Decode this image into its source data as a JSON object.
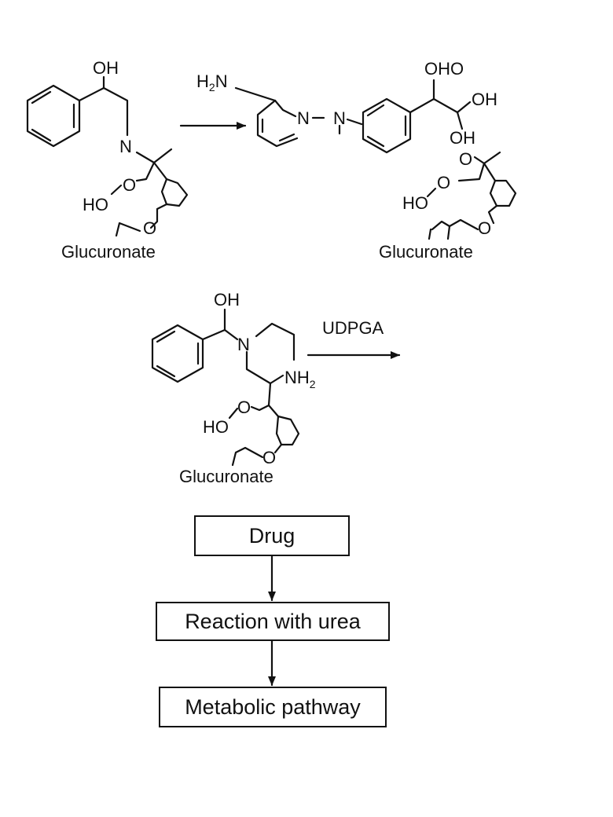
{
  "structure1": {
    "oh": "OH",
    "n": "N",
    "ho": "HO",
    "o1": "O",
    "o2": "O",
    "caption": "Glucuronate"
  },
  "structure2": {
    "h2n": "H",
    "h2n_sub": "2",
    "h2n_n": "N",
    "n_ring": "N",
    "n_link": "N",
    "oho": "OHO",
    "oh_right": "OH",
    "oh_lower": "OH",
    "o_a": "O",
    "o_b": "O",
    "ho": "HO",
    "o_c": "O",
    "caption": "Glucuronate"
  },
  "structure3": {
    "oh": "OH",
    "n": "N",
    "nh": "NH",
    "nh_sub": "2",
    "ho": "HO",
    "o1": "O",
    "o2": "O",
    "caption": "Glucuronate"
  },
  "reagent": "UDPGA",
  "flowchart": {
    "steps": [
      "Drug",
      "Reaction with urea",
      "Metabolic pathway"
    ]
  }
}
